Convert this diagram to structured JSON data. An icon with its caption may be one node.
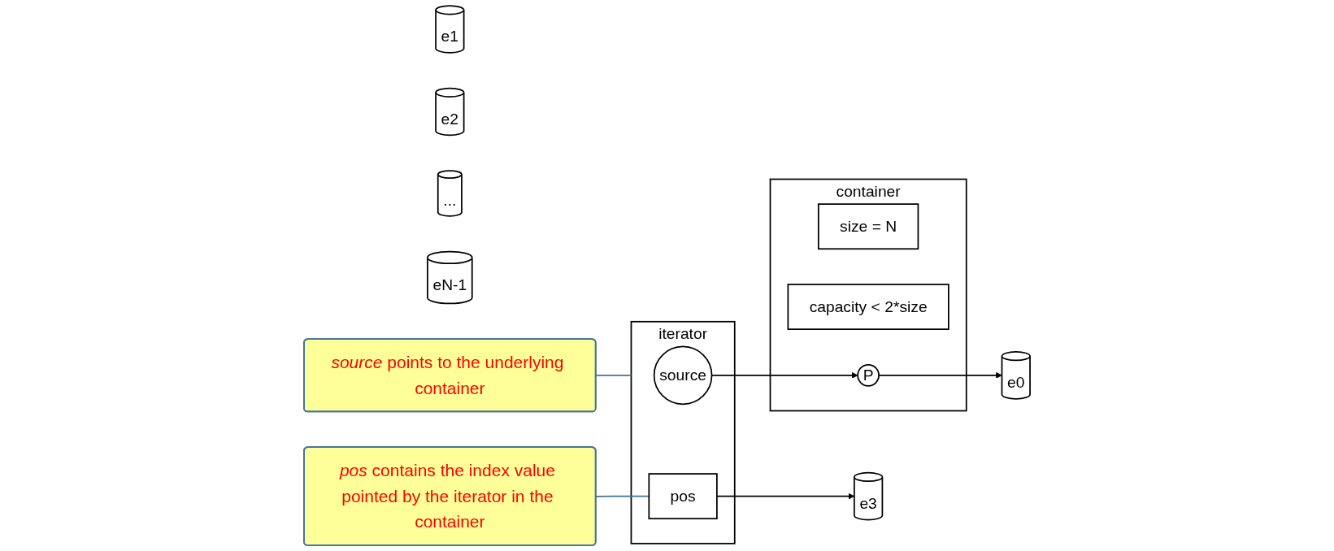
{
  "diagram": {
    "nodes": [
      {
        "text": [
          "container"
        ]
      },
      {
        "text": [
          "size = N"
        ],
        "in": 0
      },
      {
        "text": [
          "capacity < 2*size"
        ],
        "in": 0
      },
      {
        "text": [
          "P"
        ],
        "in": 0
      },
      {
        "text": [
          "e0"
        ]
      },
      {
        "text": [
          "e1"
        ]
      },
      {
        "text": [
          "e2"
        ]
      },
      {
        "text": [
          "e3"
        ]
      },
      {
        "text": [
          "..."
        ]
      },
      {
        "text": [
          "eN-1"
        ]
      },
      {
        "text": [
          "iterator"
        ]
      },
      {
        "text": [
          "source"
        ],
        "in": 10
      },
      {
        "text": [
          "pos"
        ],
        "in": 10
      },
      {
        "text": [
          "*pos* contains the index value pointed by the iterator in the container"
        ]
      },
      {
        "text": [
          "*source* points to the underlying container"
        ]
      }
    ],
    "edges": [
      {
        "from": 3,
        "to": 4,
        "arrow": "to"
      },
      {
        "from": 12,
        "to": 7,
        "arrow": "to"
      },
      {
        "from": 11,
        "to": 3,
        "arrow": "to"
      },
      {
        "from": 13,
        "to": 12,
        "arrow": "none",
        "color": "#41719c"
      },
      {
        "from": 14,
        "to": 10,
        "arrow": "none",
        "color": "#41719c"
      }
    ]
  }
}
